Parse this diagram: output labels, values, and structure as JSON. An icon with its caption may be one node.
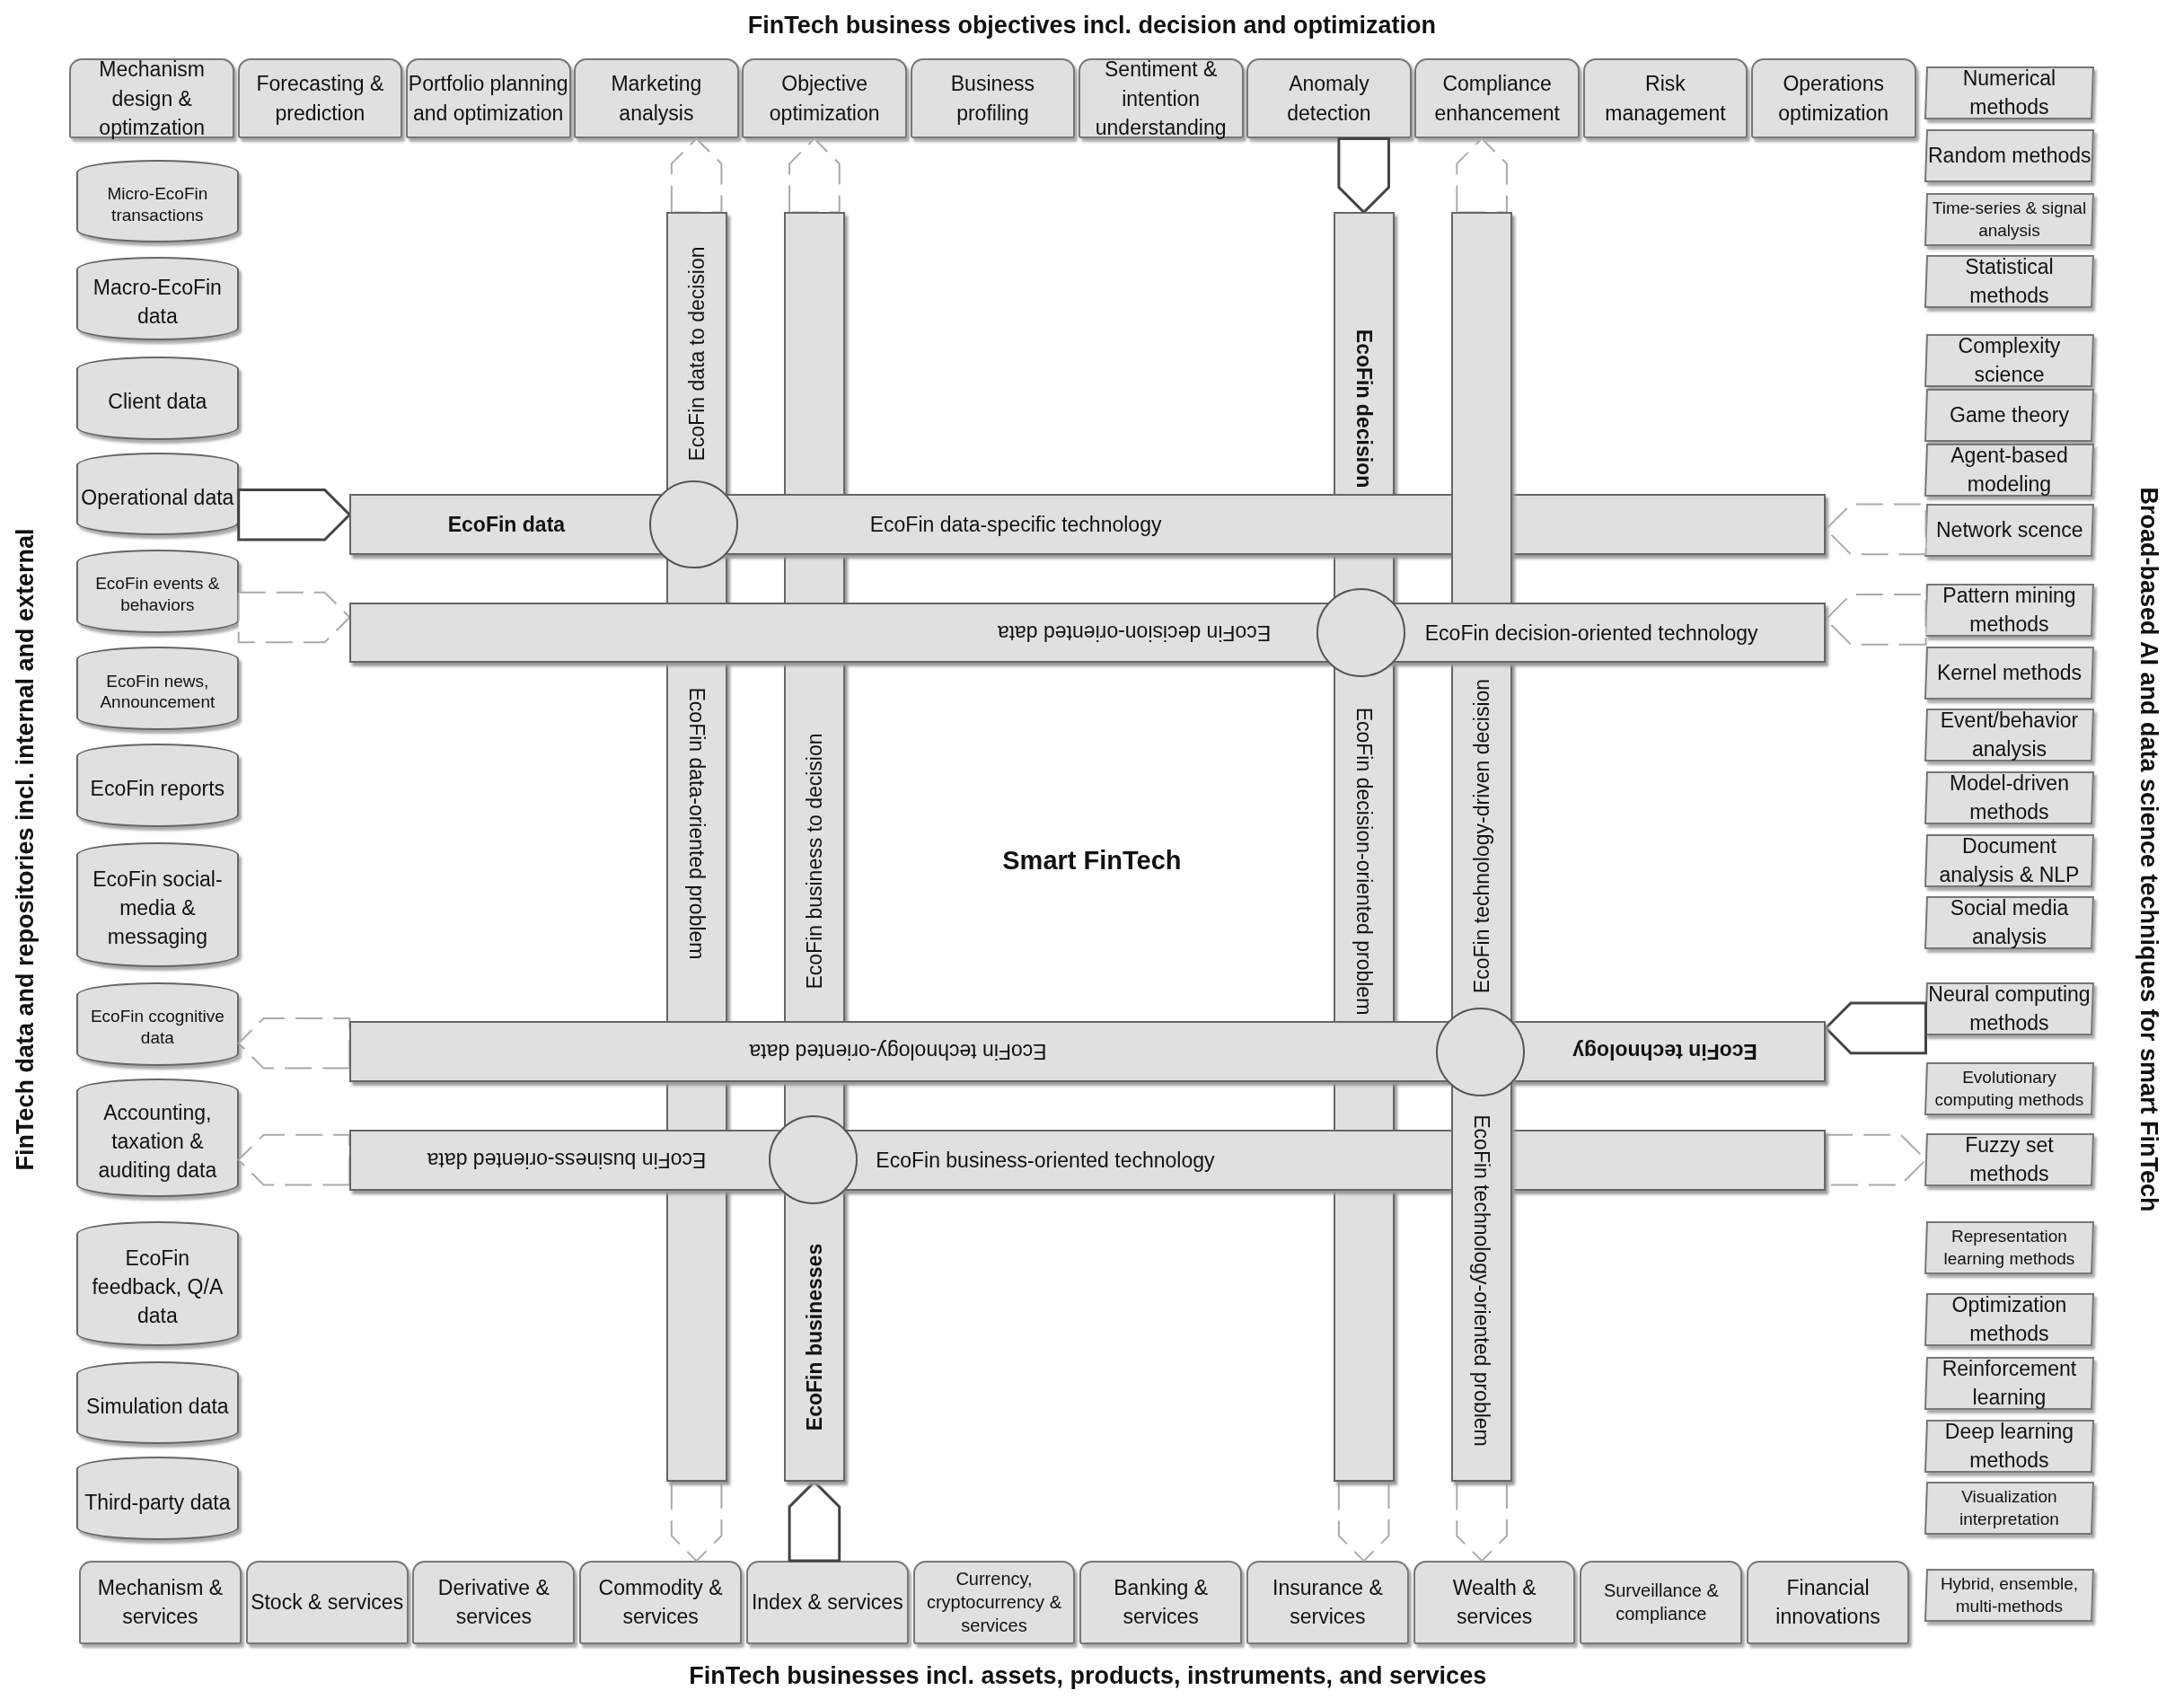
{
  "diagram": {
    "nodes": [
      {
        "text": [
          "Mechanism design & optimzation"
        ]
      },
      {
        "text": [
          "Forecasting & prediction"
        ]
      },
      {
        "text": [
          "Portfolio planning and optimization"
        ]
      },
      {
        "text": [
          "Marketing analysis"
        ]
      },
      {
        "text": [
          "Objective optimization"
        ]
      },
      {
        "text": [
          "Business profiling"
        ]
      },
      {
        "text": [
          "Sentiment & intention understanding"
        ]
      },
      {
        "text": [
          "Anomaly detection"
        ]
      },
      {
        "text": [
          "Compliance enhancement"
        ]
      },
      {
        "text": [
          "Risk management"
        ]
      },
      {
        "text": [
          "Operations optimization"
        ]
      },
      {
        "text": [
          "Numerical methods"
        ]
      },
      {
        "text": [
          "Random methods"
        ]
      },
      {
        "text": [
          "Time-series & signal analysis"
        ]
      },
      {
        "text": [
          "Statistical methods"
        ]
      },
      {
        "text": [
          "Complexity science"
        ]
      },
      {
        "text": [
          "Game theory"
        ]
      },
      {
        "text": [
          "Agent-based modeling"
        ]
      },
      {
        "text": [
          "Network scence"
        ]
      },
      {
        "text": [
          "Pattern mining methods"
        ]
      },
      {
        "text": [
          "Kernel methods"
        ]
      },
      {
        "text": [
          "Event/behavior analysis"
        ]
      },
      {
        "text": [
          "Model-driven methods"
        ]
      },
      {
        "text": [
          "Document analysis & NLP"
        ]
      },
      {
        "text": [
          "Social media analysis"
        ]
      },
      {
        "text": [
          "Neural computing methods"
        ]
      },
      {
        "text": [
          "Evolutionary computing methods"
        ]
      },
      {
        "text": [
          "Fuzzy set methods"
        ]
      },
      {
        "text": [
          "Representation learning methods"
        ]
      },
      {
        "text": [
          "Optimization methods"
        ]
      },
      {
        "text": [
          "Reinforcement learning"
        ]
      },
      {
        "text": [
          "Deep learning methods"
        ]
      },
      {
        "text": [
          "Visualization interpretation"
        ]
      },
      {
        "text": [
          "Hybrid, ensemble, multi-methods"
        ]
      },
      {
        "text": [
          "Micro-EcoFin transactions"
        ]
      },
      {
        "text": [
          "Macro-EcoFin data"
        ]
      },
      {
        "text": [
          "Client data"
        ]
      },
      {
        "text": [
          "Operational data"
        ]
      },
      {
        "text": [
          "EcoFin events & behaviors"
        ]
      },
      {
        "text": [
          "EcoFin news, Announcement"
        ]
      },
      {
        "text": [
          "EcoFin reports"
        ]
      },
      {
        "text": [
          "EcoFin social-media & messaging"
        ]
      },
      {
        "text": [
          "EcoFin ccognitive data"
        ]
      },
      {
        "text": [
          "Accounting, taxation & auditing data"
        ]
      },
      {
        "text": [
          "EcoFin feedback, Q/A data"
        ]
      },
      {
        "text": [
          "Simulation data"
        ]
      },
      {
        "text": [
          "Third-party data"
        ]
      },
      {
        "text": [
          "EcoFin data",
          "EcoFin data-specific technology"
        ]
      },
      {
        "text": [
          "EcoFin decision-oriented data",
          "EcoFin decision-oriented technology"
        ]
      },
      {
        "text": [
          "EcoFin technology-oriented data",
          "EcoFin technology"
        ]
      },
      {
        "text": [
          "EcoFin business-oriented data",
          "EcoFin business-oriented technology"
        ]
      },
      {
        "text": [
          "EcoFin data to decision",
          "EcoFin data-oriented problem"
        ]
      },
      {
        "text": [
          "EcoFin business to decision",
          "EcoFin businesses"
        ]
      },
      {
        "text": [
          "EcoFin decision",
          "EcoFin decision-oriented problem"
        ]
      },
      {
        "text": [
          "EcoFin technology-driven decision",
          "EcoFin technology-oriented problem"
        ]
      },
      {
        "text": [],
        "shape": "circle"
      },
      {
        "text": [],
        "shape": "circle"
      },
      {
        "text": [],
        "shape": "circle"
      },
      {
        "text": [],
        "shape": "circle"
      },
      {
        "text": [
          "Mechanism & services"
        ]
      },
      {
        "text": [
          "Stock & services"
        ]
      },
      {
        "text": [
          "Derivative & services"
        ]
      },
      {
        "text": [
          "Commodity & services"
        ]
      },
      {
        "text": [
          "Index & services"
        ]
      },
      {
        "text": [
          "Currency, cryptocurrency & services"
        ]
      },
      {
        "text": [
          "Banking & services"
        ]
      },
      {
        "text": [
          "Insurance & services"
        ]
      },
      {
        "text": [
          "Wealth & services"
        ]
      },
      {
        "text": [
          "Surveillance & compliance"
        ]
      },
      {
        "text": [
          "Financial innovations"
        ]
      }
    ],
    "edges": [
      {
        "from": 51,
        "to": 3,
        "arrow": "to",
        "style": "dashed"
      },
      {
        "from": 52,
        "to": 4,
        "arrow": "to",
        "style": "dashed"
      },
      {
        "from": 7,
        "to": 53,
        "arrow": "to"
      },
      {
        "from": 54,
        "to": 8,
        "arrow": "to",
        "style": "dashed"
      },
      {
        "from": 51,
        "to": 62,
        "arrow": "to",
        "style": "dashed"
      },
      {
        "from": 63,
        "to": 52,
        "arrow": "to"
      },
      {
        "from": 53,
        "to": 66,
        "arrow": "to",
        "style": "dashed"
      },
      {
        "from": 54,
        "to": 67,
        "arrow": "to",
        "style": "dashed"
      },
      {
        "from": 37,
        "to": 47,
        "arrow": "to"
      },
      {
        "from": 38,
        "to": 48,
        "arrow": "to",
        "style": "dashed"
      },
      {
        "from": 49,
        "to": 42,
        "arrow": "to",
        "style": "dashed"
      },
      {
        "from": 50,
        "to": 43,
        "arrow": "to",
        "style": "dashed"
      },
      {
        "from": 18,
        "to": 47,
        "arrow": "to",
        "style": "dashed"
      },
      {
        "from": 19,
        "to": 48,
        "arrow": "to",
        "style": "dashed"
      },
      {
        "from": 25,
        "to": 49,
        "arrow": "to"
      },
      {
        "from": 50,
        "to": 27,
        "arrow": "to",
        "style": "dashed"
      }
    ],
    "labels": [
      "FinTech business objectives incl.  decision and optimization",
      "FinTech data and repositories incl. internal and external",
      "Broad-based AI and data science techniques for smart FinTech",
      "Smart FinTech",
      "FinTech businesses incl. assets, products, instruments, and services"
    ]
  }
}
